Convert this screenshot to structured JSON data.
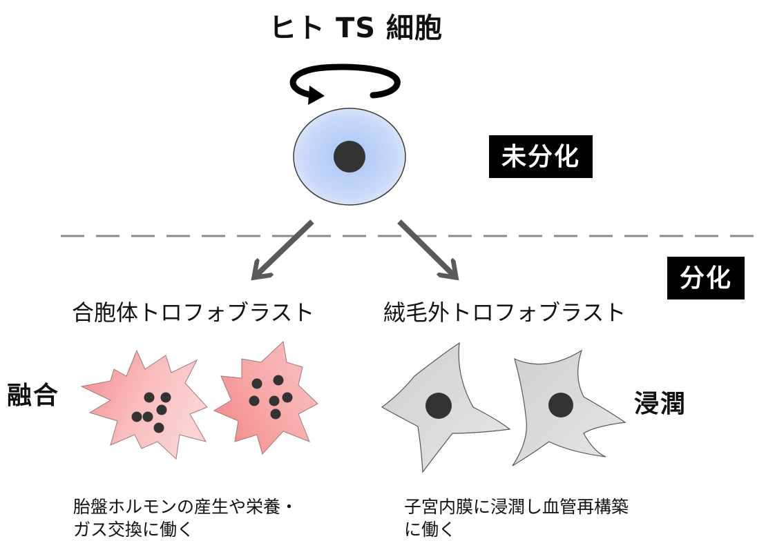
{
  "title": "ヒト TS 細胞",
  "badges": {
    "undifferentiated": "未分化",
    "differentiated": "分化"
  },
  "cell_types": {
    "left": {
      "name": "合胞体トロフォブラスト",
      "feature": "融合",
      "description": [
        "胎盤ホルモンの産生や栄養・",
        "ガス交換に働く"
      ]
    },
    "right": {
      "name": "絨毛外トロフォブラスト",
      "feature": "浸潤",
      "description": [
        "子宮内膜に浸潤し血管再構築",
        "に働く"
      ]
    }
  },
  "colors": {
    "stem_cell_center": "#b8cff9",
    "stem_cell_edge": "#dde7fb",
    "syncytio_fill": "#f9b5b5",
    "evt_fill": "#d5d5d5",
    "nucleus": "#333333",
    "arrow": "#5a5a5a",
    "divider": "#8a8a8a"
  }
}
